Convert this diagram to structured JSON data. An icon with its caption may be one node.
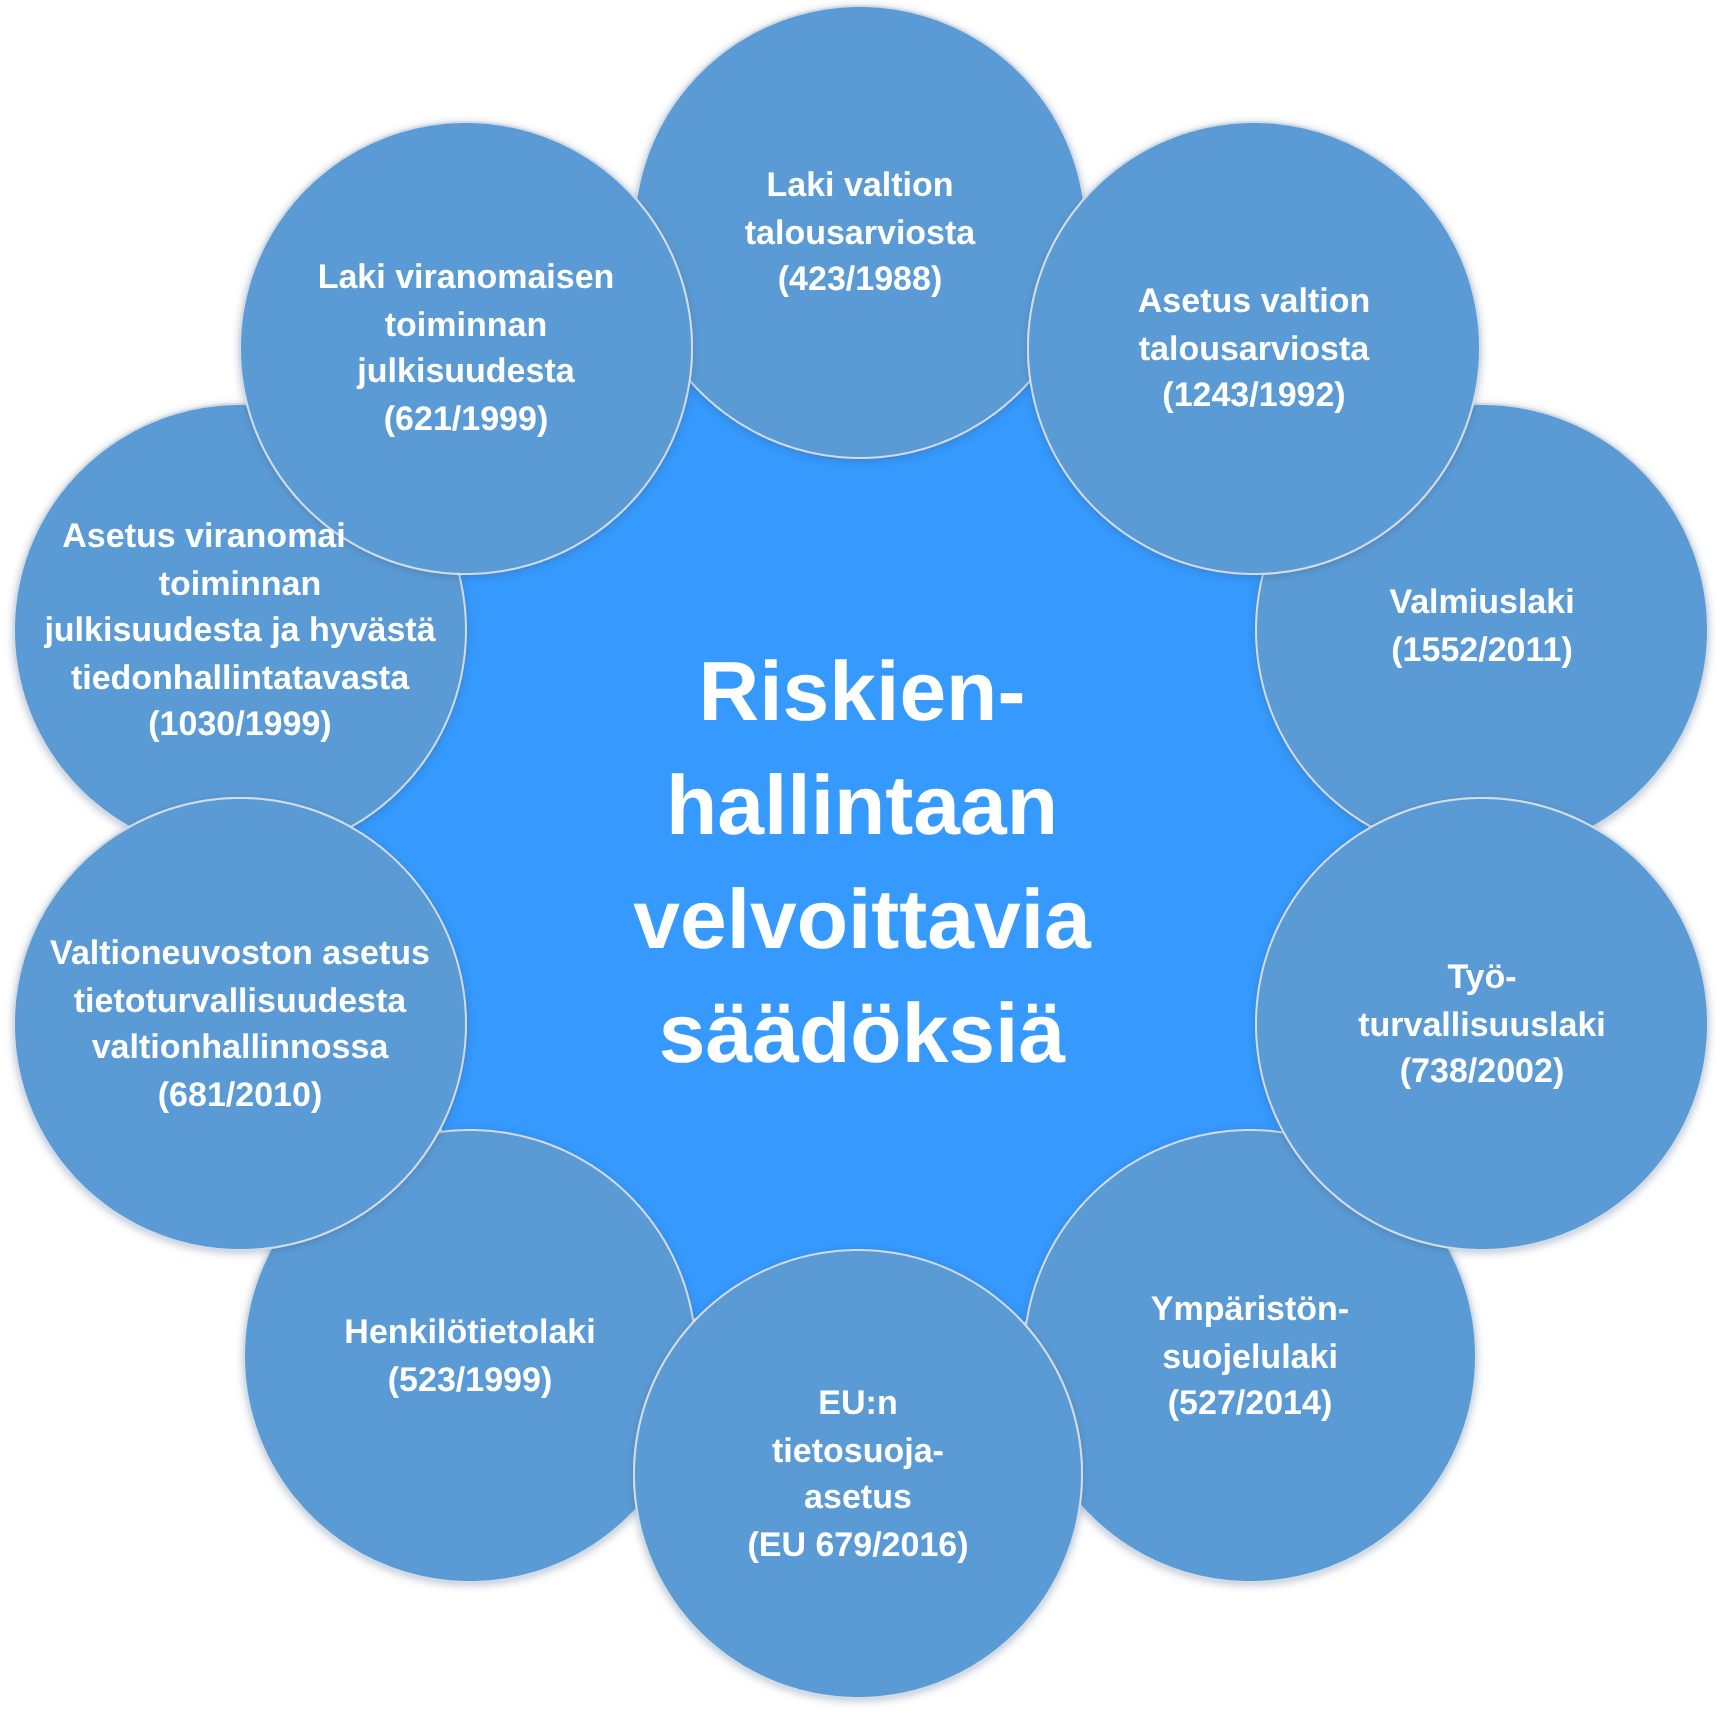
{
  "diagram": {
    "nodes": [
      {
        "text": [
          "Riskien- hallintaan velvoittavia säädöksiä"
        ]
      },
      {
        "text": [
          "Laki valtion talousarviosta (423/1988)"
        ]
      },
      {
        "text": [
          "Asetus valtion talousarviosta (1243/1992)"
        ]
      },
      {
        "text": [
          "Valmiuslaki (1552/2011)"
        ]
      },
      {
        "text": [
          "Työ- turvallisuuslaki (738/2002)"
        ]
      },
      {
        "text": [
          "Ympäristön- suojelulaki (527/2014)"
        ]
      },
      {
        "text": [
          "EU:n tietosuoja- asetus (EU 679/2016)"
        ]
      },
      {
        "text": [
          "Henkilötietolaki (523/1999)"
        ]
      },
      {
        "text": [
          "Valtioneuvoston asetus tietoturvallisuudesta valtionhallinnossa (681/2010)"
        ]
      },
      {
        "text": [
          "Asetus viranomai toiminnan julkisuudesta ja hyvästä tiedonhallintatavasta (1030/1999)"
        ]
      },
      {
        "text": [
          "Laki viranomaisen toiminnan julkisuudesta (621/1999)"
        ]
      }
    ]
  }
}
